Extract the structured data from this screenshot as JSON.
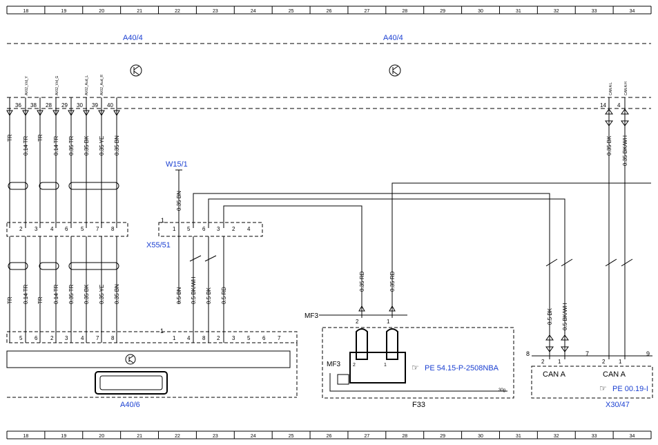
{
  "grid_columns": [
    "18",
    "19",
    "20",
    "21",
    "22",
    "23",
    "24",
    "25",
    "26",
    "27",
    "28",
    "29",
    "30",
    "31",
    "32",
    "33",
    "34"
  ],
  "components": {
    "a40_4_left": "A40/4",
    "a40_4_right": "A40/4",
    "w15_1": "W15/1",
    "x55_51": "X55/51",
    "a40_6": "A40/6",
    "f33": "F33",
    "x30_47": "X30/47",
    "mf3_top": "MF3",
    "mf3_inner": "MF3"
  },
  "references": {
    "pe_54": "PE 54.15-P-2508NBA",
    "pe_00": "PE 00.19-I",
    "ref_icon": "☞"
  },
  "top_pins": [
    "36",
    "38",
    "28",
    "29",
    "30",
    "39",
    "40",
    "14",
    "4"
  ],
  "tiny_labels": [
    "AV02_Vid_Y",
    "AV02_Vid_G",
    "AV02_Aud_L",
    "AV02_Aud_R",
    "CAN A L",
    "CAN A H"
  ],
  "upper_wires": [
    "TR",
    "0.14 TR",
    "TR",
    "0.14 TR",
    "0.35 TR",
    "0.35 BK",
    "0.35 YE",
    "0.35 BN",
    "0.35 BK",
    "0.35 BK/WH"
  ],
  "w15_wire": "0.35 BN",
  "x55_pins": [
    "2",
    "3",
    "4",
    "6",
    "5",
    "7",
    "8",
    "1",
    "5",
    "6",
    "3",
    "2",
    "4",
    "1"
  ],
  "x55_pin1": "1",
  "lower_wires": [
    "TR",
    "0.14 TR",
    "TR",
    "0.14 TR",
    "0.35 TR",
    "0.35 BK",
    "0.35 YE",
    "0.35 BN",
    "0.5 BN",
    "0.5 BK/WH",
    "0.5 BK",
    "0.5 RD"
  ],
  "f33_wires": [
    "0.35 RD",
    "0.35 RD"
  ],
  "can_wires": [
    "0.5 BK",
    "0.5 BK/WH"
  ],
  "f33_pins": [
    "2",
    "1",
    "2",
    "1"
  ],
  "a40_6_pins": [
    "5",
    "6",
    "2",
    "3",
    "4",
    "7",
    "8",
    "1",
    "4",
    "8",
    "2",
    "3",
    "5",
    "6",
    "7"
  ],
  "a40_6_pin1": "1",
  "can_pins": [
    "8",
    "2",
    "1",
    "7",
    "2",
    "1",
    "9"
  ],
  "can_labels": [
    "CAN A",
    "CAN A"
  ],
  "ground_30g": "30g"
}
